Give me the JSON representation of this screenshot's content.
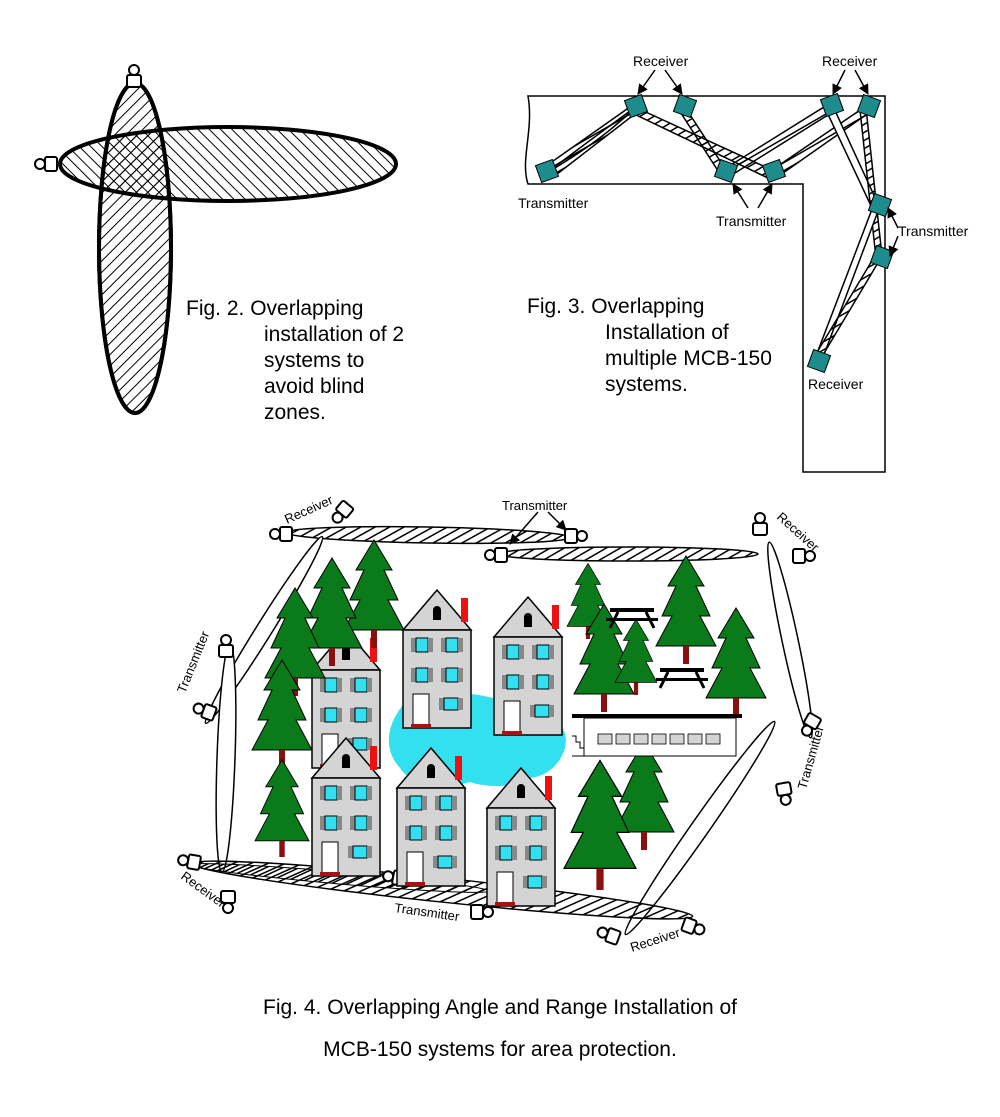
{
  "fig2": {
    "caption_lines": [
      "Fig. 2.  Overlapping",
      "installation of 2",
      "systems to",
      "avoid blind",
      "zones."
    ]
  },
  "fig3": {
    "caption_lines": [
      "Fig. 3.  Overlapping",
      "Installation of",
      "multiple MCB-150",
      "systems."
    ],
    "labels": {
      "receiver_top_left": "Receiver",
      "receiver_top_right": "Receiver",
      "receiver_bottom": "Receiver",
      "transmitter_left": "Transmitter",
      "transmitter_middle": "Transmitter",
      "transmitter_right": "Transmitter"
    },
    "sensor_color": "#1e8c8c"
  },
  "fig4": {
    "labels": {
      "receiver_top_left": "Receiver",
      "transmitter_top": "Transmitter",
      "receiver_top_right": "Receiver",
      "transmitter_left": "Transmitter",
      "transmitter_right": "Transmitter",
      "receiver_bottom_left": "Receiver",
      "transmitter_bottom": "Transmitter",
      "receiver_bottom_right": "Receiver"
    },
    "caption_line1": "Fig. 4.  Overlapping Angle and Range Installation of",
    "caption_line2": "MCB-150 systems for area protection.",
    "colors": {
      "tree": "#0a7a1a",
      "trunk": "#8a1010",
      "house": "#d4d4d4",
      "window": "#33e0f0",
      "chimney": "#ee1111",
      "lake": "#33e0f0"
    }
  }
}
